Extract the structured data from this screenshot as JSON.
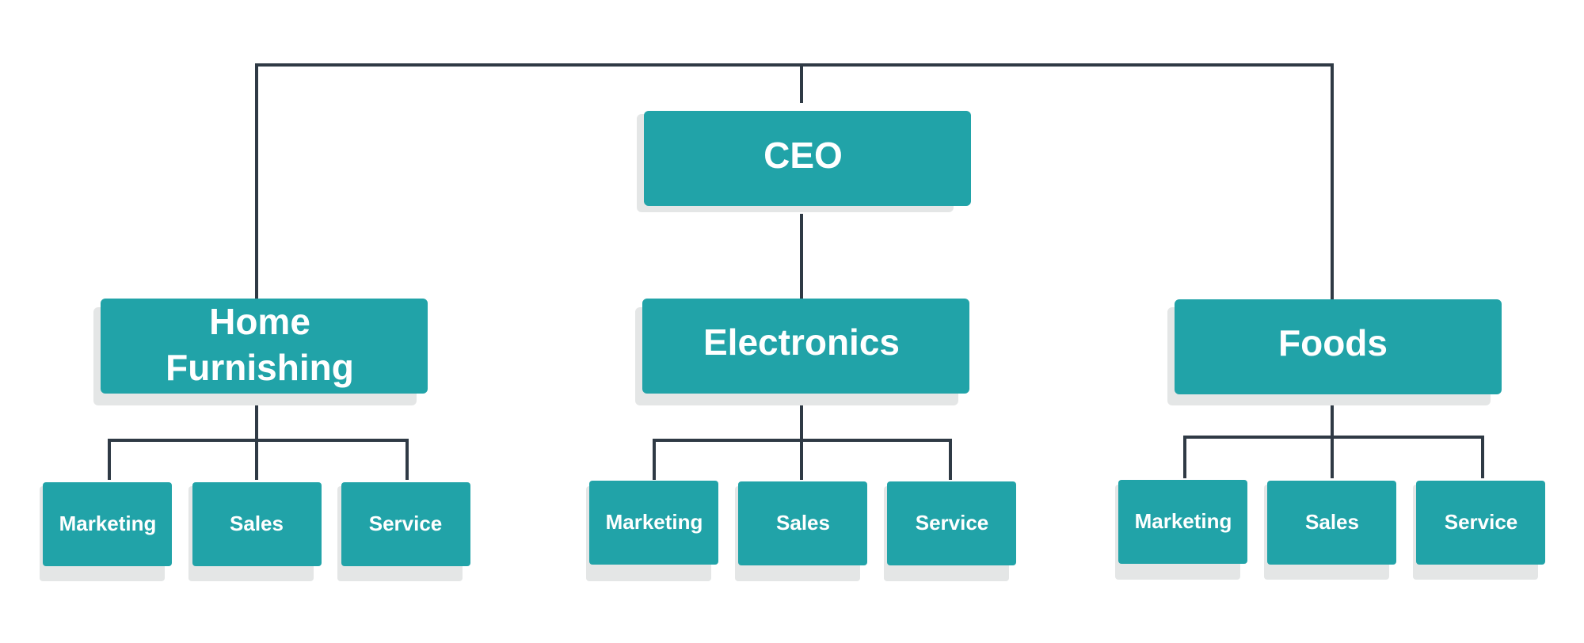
{
  "colors": {
    "box_fill": "#21a3a8",
    "connector": "#2f3a45",
    "label_text": "#ffffff",
    "background": "#ffffff"
  },
  "org": {
    "root": {
      "label": "CEO"
    },
    "divisions": [
      {
        "line1": "Home",
        "line2": "Furnishing",
        "teams": [
          "Marketing",
          "Sales",
          "Service"
        ]
      },
      {
        "line1": "Electronics",
        "teams": [
          "Marketing",
          "Sales",
          "Service"
        ]
      },
      {
        "line1": "Foods",
        "teams": [
          "Marketing",
          "Sales",
          "Service"
        ]
      }
    ]
  }
}
